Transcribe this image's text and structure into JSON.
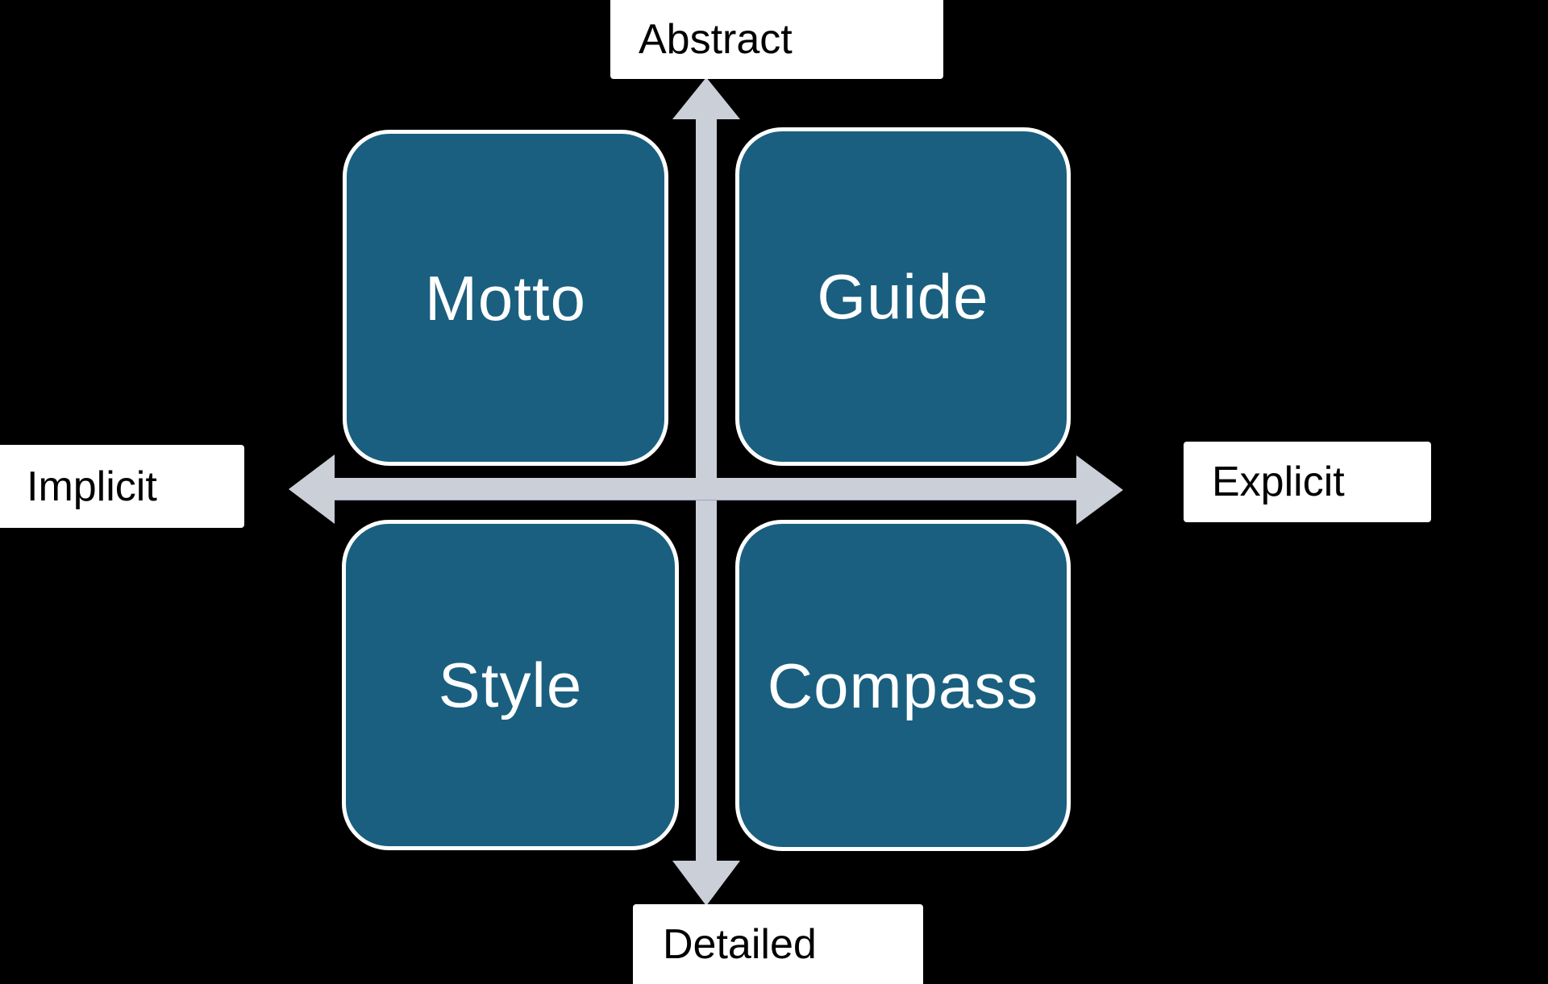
{
  "quadrants": [
    {
      "id": "motto",
      "label": "Motto"
    },
    {
      "id": "guide",
      "label": "Guide"
    },
    {
      "id": "style",
      "label": "Style"
    },
    {
      "id": "compass",
      "label": "Compass"
    }
  ],
  "axis_labels": {
    "top": {
      "label": "Abstract"
    },
    "bottom": {
      "label": "Detailed"
    },
    "left": {
      "label": "Implicit"
    },
    "right": {
      "label": "Explicit"
    }
  },
  "colors": {
    "background": "#000000",
    "quadrant_fill": "#1A5F7F",
    "quadrant_text": "#FFFFFF",
    "quadrant_outline": "#FFFFFF",
    "arrow": "#CBCFD7",
    "label_bg": "#FFFFFF",
    "label_text": "#000000"
  }
}
